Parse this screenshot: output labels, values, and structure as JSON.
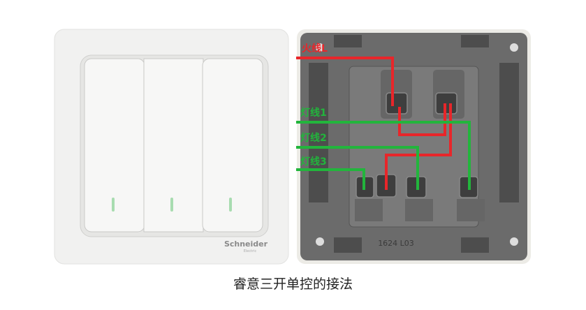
{
  "front_panel": {
    "brand": "Schneider",
    "brand_sub": "Electric",
    "rocker_count": 3
  },
  "back_panel": {
    "model_mark": "1624  L03",
    "labels": {
      "live": "火线L",
      "lamp1": "灯线1",
      "lamp2": "灯线2",
      "lamp3": "灯线3"
    }
  },
  "colors": {
    "live_wire": "#e8262a",
    "lamp_wire": "#22b53c",
    "back_plate": "#6b6b6b"
  },
  "caption": "睿意三开单控的接法"
}
